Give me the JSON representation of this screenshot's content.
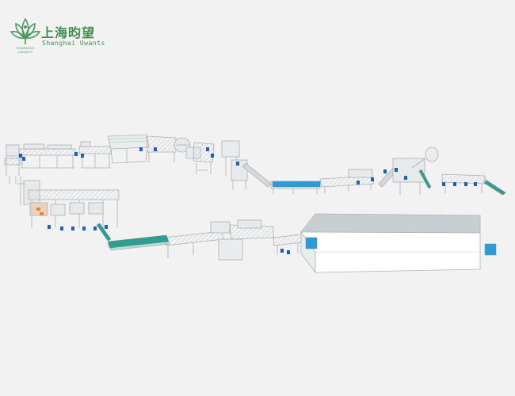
{
  "brand": {
    "name_cn": "上海昀望",
    "name_en": "Shanghai Uwants",
    "mark_text": "SHANGHAI UWANTS"
  },
  "colors": {
    "brand_green": "#3f8f4f",
    "conveyor_teal": "#2f9d8f",
    "conveyor_blue": "#2a9bd6",
    "tank_blue": "#1f5fbf",
    "tank_orange": "#e2863a",
    "oven_body": "#e9edee",
    "oven_roof": "#c9cfd1",
    "frame_gray": "#b9bfc2"
  }
}
